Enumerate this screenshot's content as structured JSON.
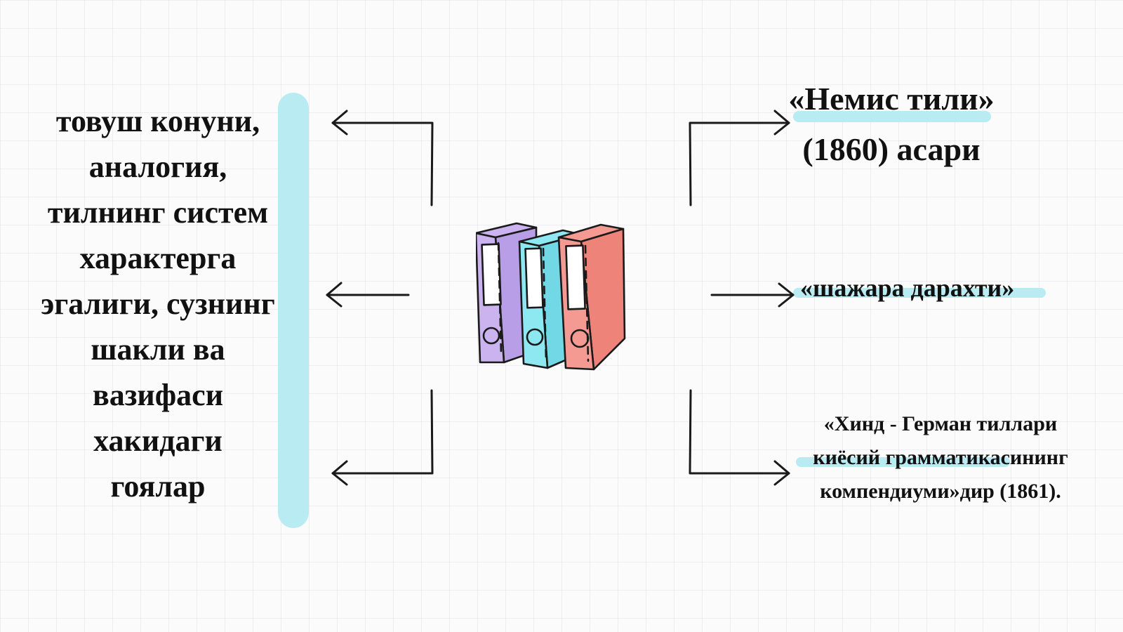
{
  "left_block": {
    "lines": [
      "товуш конуни,",
      "аналогия,",
      "тилнинг систем",
      "характерга",
      "эгалиги, сузнинг",
      "шакли ва",
      "вазифаси",
      "хакидаги",
      "гоялар"
    ]
  },
  "right_top": {
    "lines": [
      "«Немис тили»",
      "(1860) асари"
    ]
  },
  "right_middle": {
    "text": "«шажара дарахти»"
  },
  "right_bottom": {
    "lines": [
      "«Хинд - Герман тиллари",
      "киёсий грамматикасининг",
      "компендиуми»дир (1861)."
    ]
  },
  "colors": {
    "highlight": "#b9ecf2",
    "binder_purple": "#cbb3f0",
    "binder_cyan": "#8ee8f2",
    "binder_red": "#f49a92"
  },
  "icons": {
    "center": "binders-icon"
  }
}
